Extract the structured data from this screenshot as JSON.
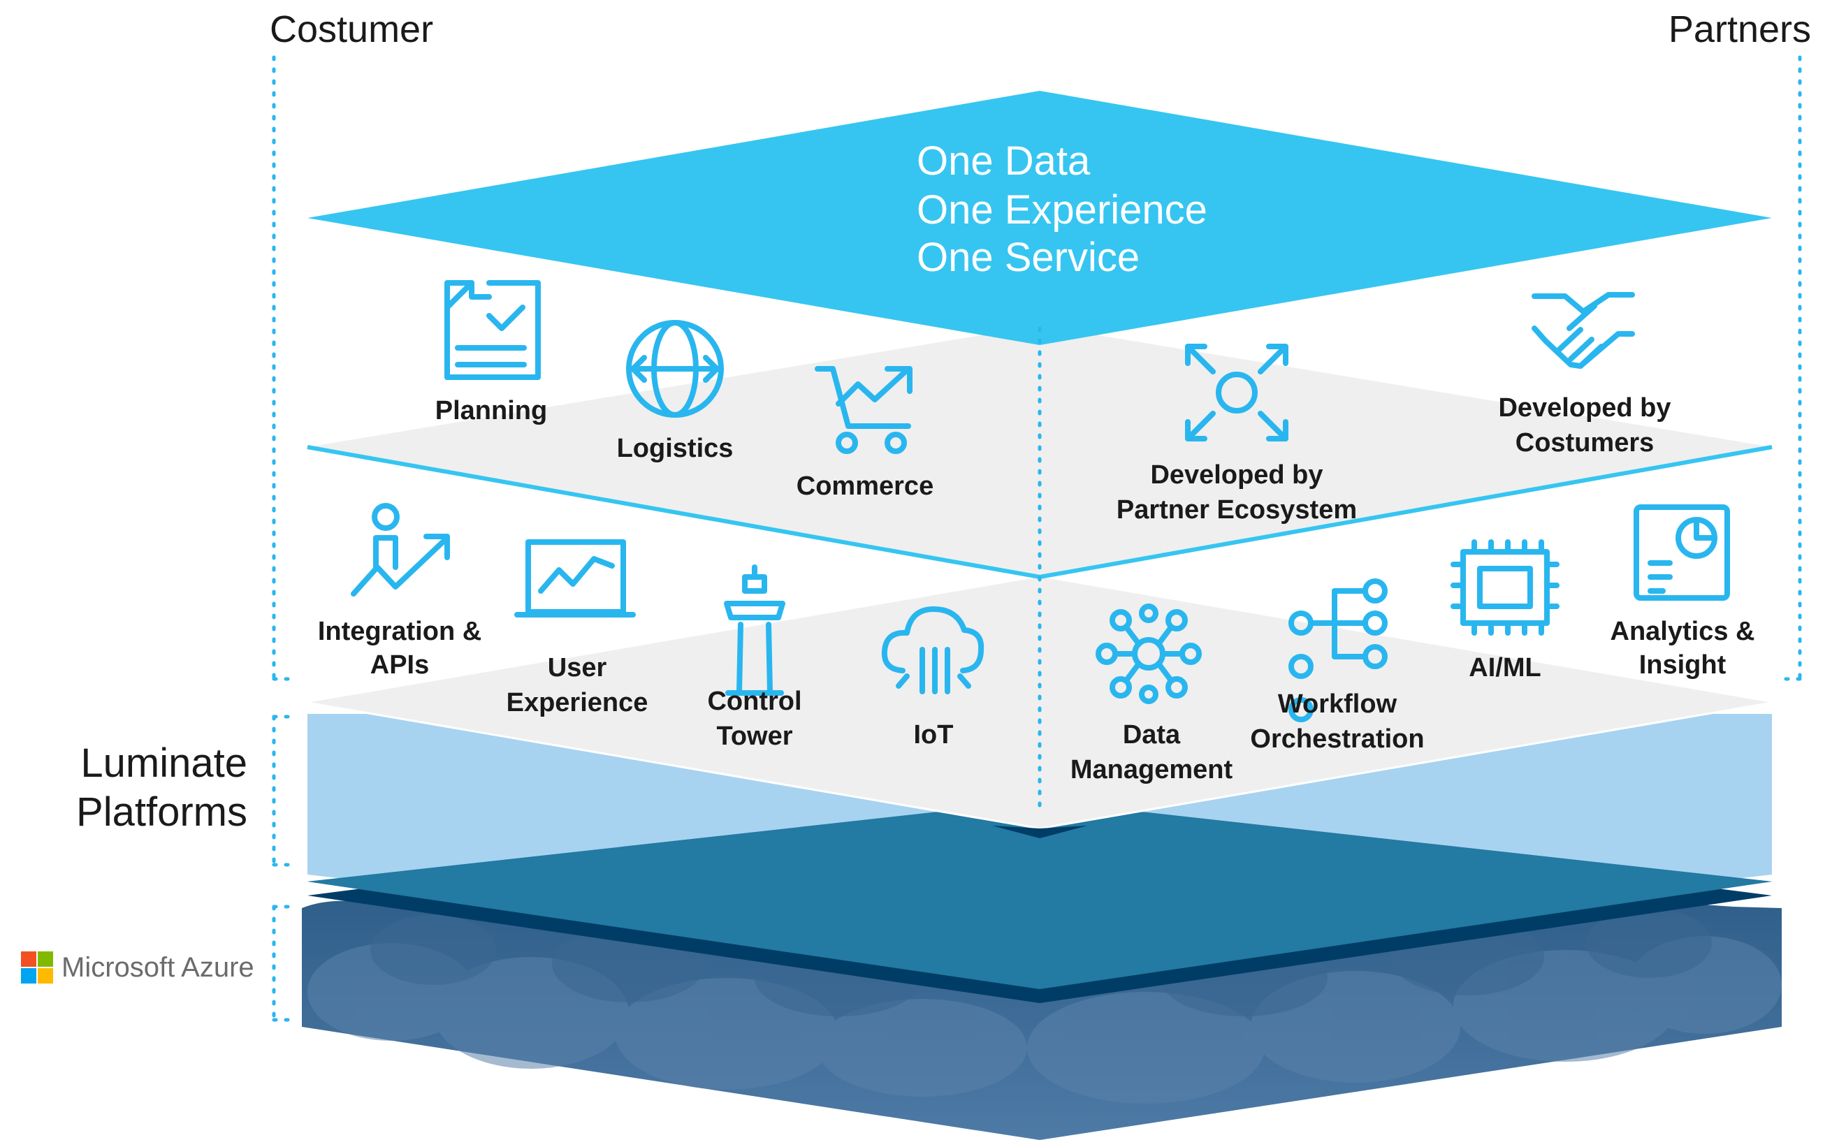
{
  "header": {
    "left": "Costumer",
    "right": "Partners"
  },
  "hero": {
    "line1": "One Data",
    "line2": "One Experience",
    "line3": "One Service"
  },
  "apps": [
    {
      "name": "Planning",
      "icon": "document-check-icon"
    },
    {
      "name": "Logistics",
      "icon": "globe-arrows-icon"
    },
    {
      "name": "Commerce",
      "icon": "cart-trend-icon"
    },
    {
      "name_l1": "Developed by",
      "name_l2": "Partner Ecosystem",
      "icon": "expand-arrows-icon"
    },
    {
      "name_l1": "Developed by",
      "name_l2": "Costumers",
      "icon": "handshake-icon"
    }
  ],
  "capabilities": [
    {
      "l1": "Integration &",
      "l2": "APIs",
      "icon": "person-growth-icon"
    },
    {
      "l1": "User",
      "l2": "Experience",
      "icon": "monitor-chart-icon"
    },
    {
      "l1": "Control",
      "l2": "Tower",
      "icon": "control-tower-icon"
    },
    {
      "l1": "IoT",
      "icon": "cloud-iot-icon"
    },
    {
      "l1": "Data",
      "l2": "Management",
      "icon": "network-nodes-icon"
    },
    {
      "l1": "Workflow",
      "l2": "Orchestration",
      "icon": "workflow-tree-icon"
    },
    {
      "l1": "AI/ML",
      "icon": "chip-icon"
    },
    {
      "l1": "Analytics &",
      "l2": "Insight",
      "icon": "report-pie-icon"
    }
  ],
  "platform": {
    "l1": "Luminate",
    "l2": "Platforms"
  },
  "cloud": {
    "label": "Microsoft Azure",
    "logo_colors": [
      "#f25022",
      "#7fba00",
      "#00a4ef",
      "#ffb900"
    ]
  },
  "colors": {
    "accent": "#36c5f1",
    "icon": "#29b6ef",
    "layer_fill": "#efefef",
    "platform_light": "#a7d3f0",
    "platform_dark": "#237aa3",
    "dark_navy": "#003d66",
    "cloud": "#47719a"
  }
}
